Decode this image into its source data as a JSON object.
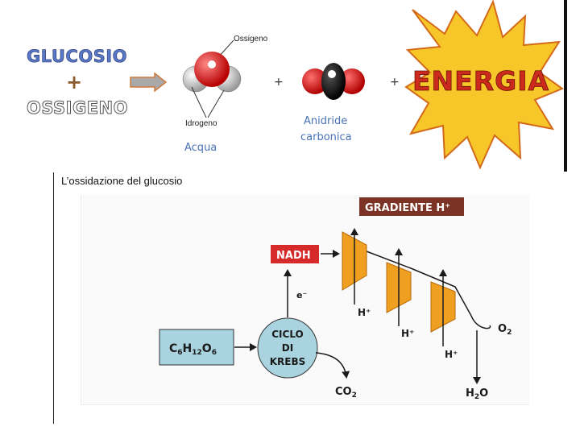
{
  "equation": {
    "reactant1": "GLUCOSIO",
    "plus": "+",
    "reactant2": "OSSIGENO",
    "water_top_label": "Ossigeno",
    "water_bottom_label": "Idrogeno",
    "water_name": "Acqua",
    "plus_small": "+",
    "co2_name_line1": "Anidride",
    "co2_name_line2": "carbonica",
    "product_energy": "ENERGIA"
  },
  "subtitle": "L’ossidazione del glucosio",
  "diagram": {
    "gradient_label": "GRADIENTE H⁺",
    "nadh_label": "NADH",
    "electron_label": "e⁻",
    "glucose_formula": {
      "c": "C",
      "c_n": "6",
      "h": "H",
      "h_n": "12",
      "o": "O",
      "o_n": "6"
    },
    "krebs_line1": "CICLO",
    "krebs_line2": "DI",
    "krebs_line3": "KREBS",
    "co2_label": {
      "base": "CO",
      "sub": "2"
    },
    "h_plus_label": "H⁺",
    "o2_label": {
      "base": "O",
      "sub": "2"
    },
    "h2o_label": {
      "h": "H",
      "sub": "2",
      "o": "O"
    }
  },
  "colors": {
    "nadh_bg": "#d62a2a",
    "gradient_bg": "#7a3324",
    "complex_fill": "#f0a020",
    "glucose_box": "#a9d3df",
    "krebs_circle": "#a9d3df",
    "energy_star": "#f7c629"
  }
}
